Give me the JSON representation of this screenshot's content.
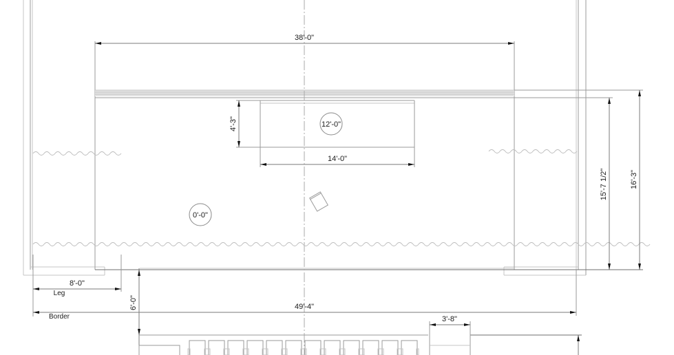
{
  "drawing": {
    "type": "architectural floor plan / stage plan",
    "dimensions": {
      "overall_top_width": "38'-0\"",
      "riser_depth": "4'-3\"",
      "riser_width": "14'-0\"",
      "stage_depth": "15'-7 1/2\"",
      "overall_depth": "16'-3\"",
      "leg_width": "8'-0\"",
      "apron_gap": "6'-0\"",
      "border_width": "49'-4\"",
      "module_width": "3'-8\""
    },
    "elevation_tags": {
      "riser_elevation": "12'-0\"",
      "stage_elevation": "0'-0\""
    },
    "labels": {
      "leg": "Leg",
      "border": "Border"
    },
    "colors": {
      "line": "#9a9a9a",
      "line_light": "#c4c4c4",
      "dimension": "#7a7a7a",
      "arrow": "#111111",
      "text": "#1a1a1a",
      "background": "#ffffff"
    }
  }
}
